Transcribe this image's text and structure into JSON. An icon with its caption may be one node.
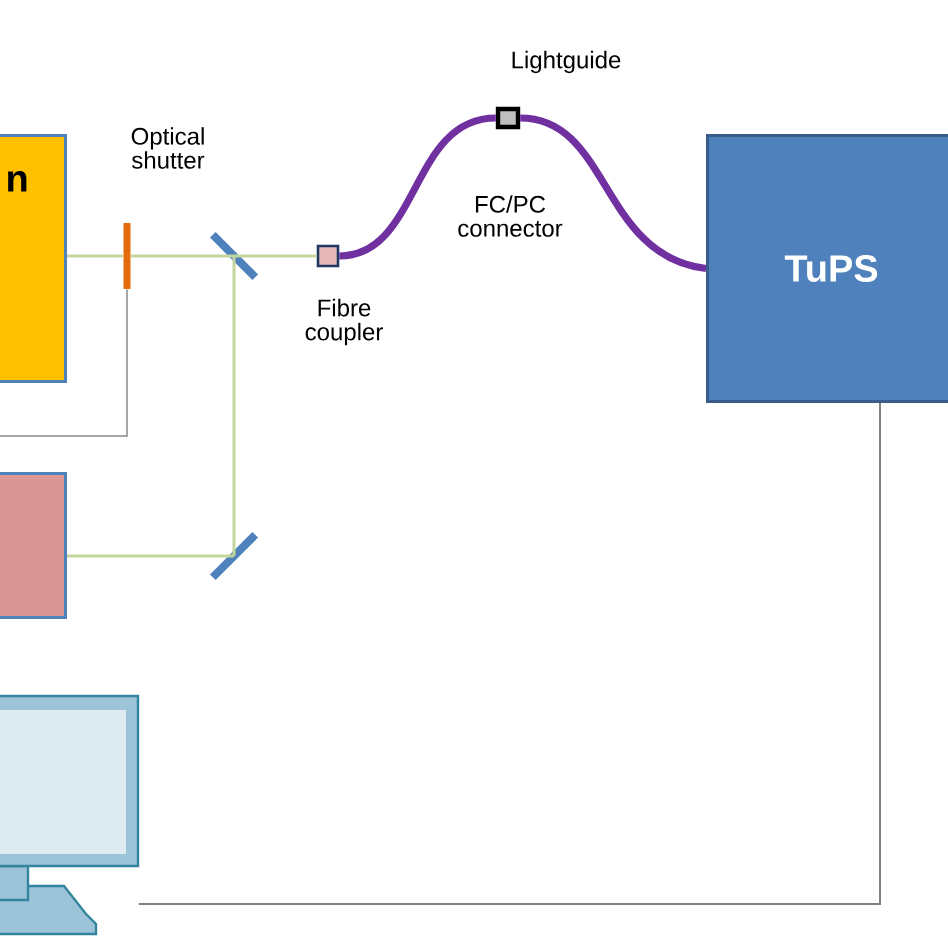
{
  "diagram": {
    "nodes": [
      {
        "text": [
          "n"
        ]
      },
      {
        "text": [
          "Optical shutter"
        ]
      },
      {
        "text": [],
        "shape": "bar"
      },
      {
        "text": [
          "Fibre coupler"
        ]
      },
      {
        "text": [
          "FC/PC connector"
        ]
      },
      {
        "text": [
          "TuPS"
        ]
      },
      {
        "text": [],
        "shape": "box"
      },
      {
        "text": [],
        "shape": "bar"
      },
      {
        "text": [],
        "shape": "monitor"
      }
    ],
    "edges": [
      {
        "from": 0,
        "to": 1,
        "arrow": "none"
      },
      {
        "from": 1,
        "to": 2,
        "arrow": "none"
      },
      {
        "from": 2,
        "to": 3,
        "arrow": "none"
      },
      {
        "from": 2,
        "to": 7,
        "arrow": "none"
      },
      {
        "from": 7,
        "to": 6,
        "arrow": "none"
      },
      {
        "from": 1,
        "to": null,
        "arrow": "none",
        "color": "#a6a6a6"
      },
      {
        "from": 3,
        "to": 4,
        "arrow": "none",
        "style": "thick",
        "color": "#7030a0"
      },
      {
        "from": 4,
        "to": 5,
        "arrow": "none",
        "style": "thick",
        "color": "#7030a0"
      },
      {
        "from": 5,
        "to": 8,
        "arrow": "none",
        "color": "#808080"
      }
    ],
    "labels": [
      "Lightguide"
    ]
  }
}
